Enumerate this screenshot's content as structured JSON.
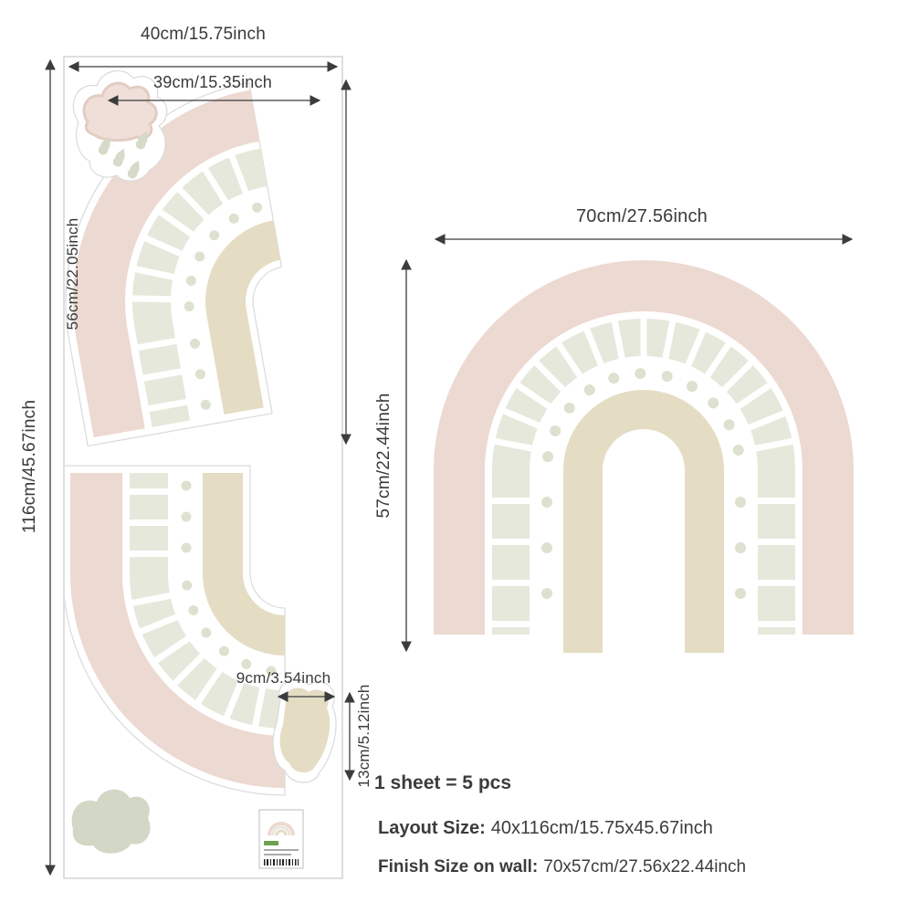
{
  "sheet": {
    "dim_width": "40cm/15.75inch",
    "dim_piece_width": "39cm/15.35inch",
    "dim_height": "116cm/45.67inch",
    "dim_piece_height": "56cm/22.05inch",
    "dim_small_width": "9cm/3.54inch",
    "dim_small_height": "13cm/5.12inch"
  },
  "wall": {
    "dim_width": "70cm/27.56inch",
    "dim_height": "57cm/22.44inch"
  },
  "summary": {
    "line1": "1 sheet = 5 pcs",
    "layout_label": "Layout Size:",
    "layout_value": "40x116cm/15.75x45.67inch",
    "finish_label": "Finish Size on wall:",
    "finish_value": "70x57cm/27.56x22.44inch"
  },
  "colors": {
    "rainbow_pink": "#ECD9D1",
    "rainbow_sage": "#E6E8DB",
    "rainbow_dots": "#DDE1CF",
    "rainbow_beige": "#E4DDC4",
    "outline_gray": "#DADADA",
    "arrow": "#3C3C3C",
    "text": "#3A3A3A"
  }
}
